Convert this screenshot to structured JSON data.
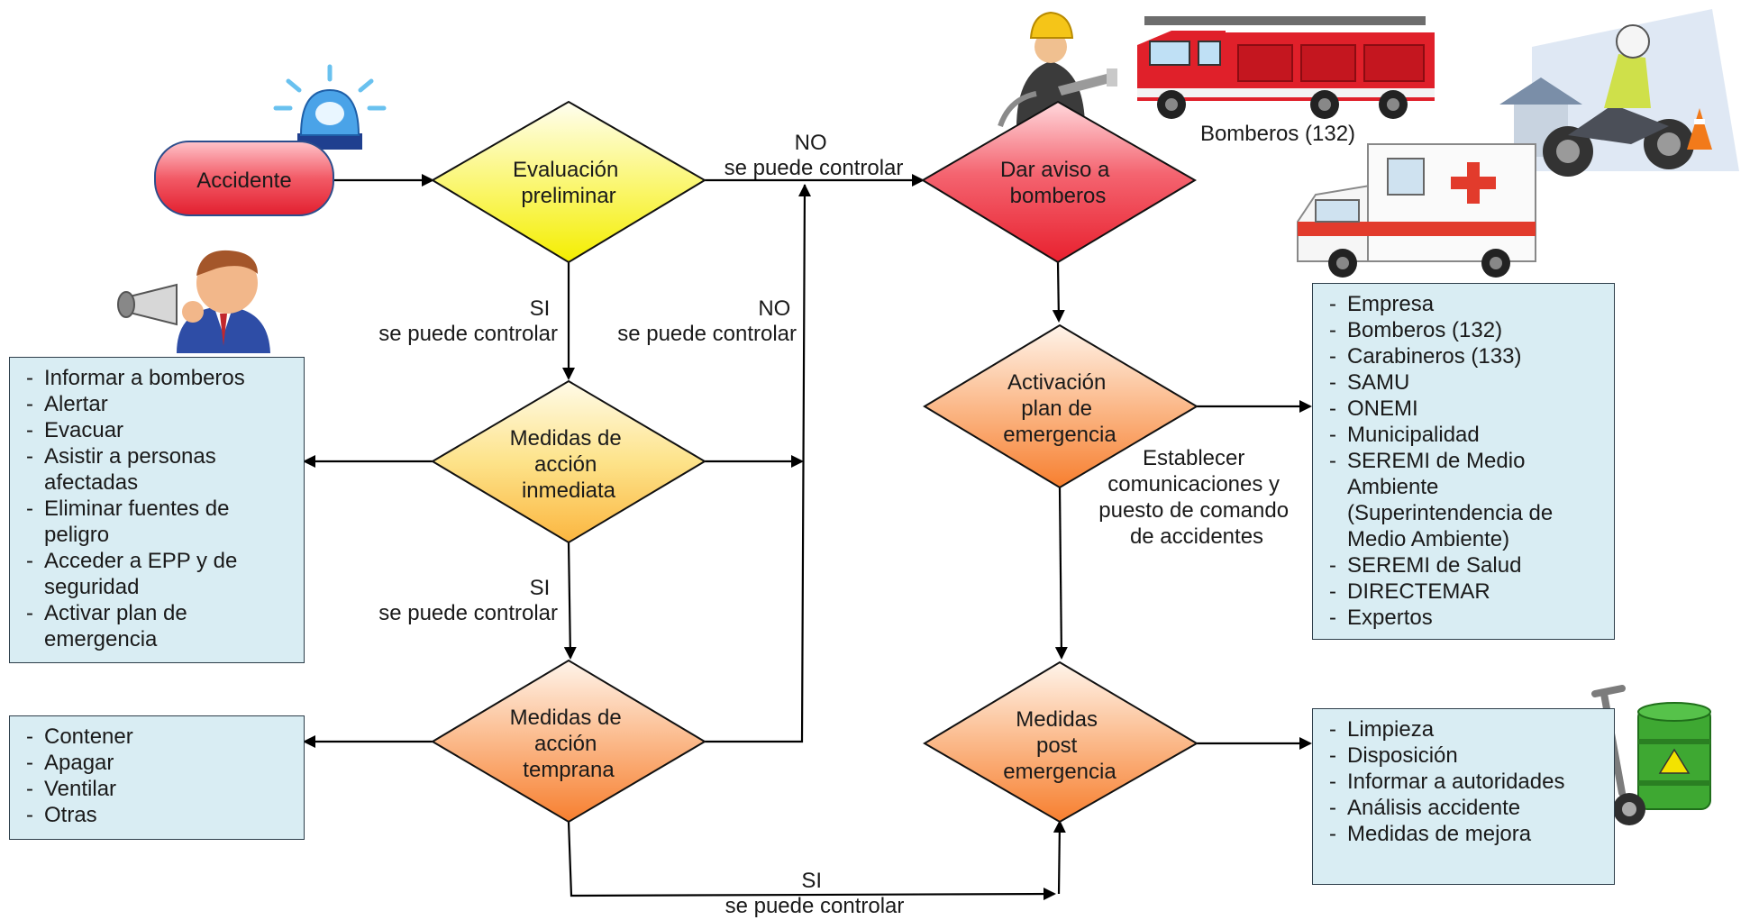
{
  "nodes": {
    "accidente": "Accidente",
    "evaluacion": [
      "Evaluación",
      "preliminar"
    ],
    "dar_aviso": [
      "Dar aviso a",
      "bomberos"
    ],
    "medidas_inmediata": [
      "Medidas de",
      "acción",
      "inmediata"
    ],
    "activacion": [
      "Activación",
      "plan de",
      "emergencia"
    ],
    "medidas_temprana": [
      "Medidas de",
      "acción",
      "temprana"
    ],
    "medidas_post": [
      "Medidas",
      "post",
      "emergencia"
    ]
  },
  "edge_labels": {
    "no_top": [
      "NO",
      "se puede controlar"
    ],
    "si_1": [
      "SI",
      "se puede controlar"
    ],
    "no_mid": [
      "NO",
      "se puede controlar"
    ],
    "si_2": [
      "SI",
      "se puede controlar"
    ],
    "si_bottom": [
      "SI",
      "se puede controlar"
    ],
    "establecer": [
      "Establecer",
      "comunicaciones y",
      "puesto de comando",
      "de accidentes"
    ]
  },
  "images": {
    "bomberos_caption": "Bomberos (132)"
  },
  "boxes": {
    "inmediata_actions": [
      "Informar a bomberos",
      "Alertar",
      "Evacuar",
      "Asistir a personas afectadas",
      "Eliminar fuentes de peligro",
      "Acceder a EPP y de seguridad",
      "Activar plan de emergencia"
    ],
    "temprana_actions": [
      "Contener",
      "Apagar",
      "Ventilar",
      "Otras"
    ],
    "contacts": [
      "Empresa",
      "Bomberos (132)",
      "Carabineros (133)",
      "SAMU",
      "ONEMI",
      "Municipalidad",
      "SEREMI de Medio Ambiente (Superintendencia de Medio Ambiente)",
      "SEREMI de Salud",
      "DIRECTEMAR",
      "Expertos"
    ],
    "post_actions": [
      "Limpieza",
      "Disposición",
      "Informar a autoridades",
      "Análisis accidente",
      "Medidas de mejora"
    ]
  },
  "colors": {
    "red_shape": "#ee3b48",
    "yellow_shape": "#f8f400",
    "orange_shape": "#f9a36a",
    "box_fill": "#d9edf3"
  }
}
